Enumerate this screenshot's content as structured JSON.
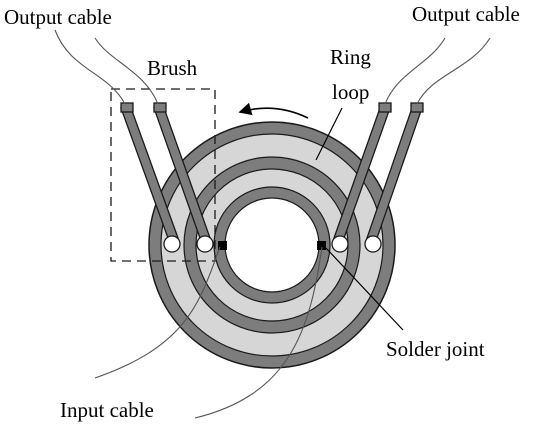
{
  "labels": {
    "output_cable_left": "Output cable",
    "output_cable_right": "Output cable",
    "brush": "Brush",
    "ring_line1": "Ring",
    "ring_line2": "loop",
    "solder_joint": "Solder joint",
    "input_cable": "Input cable"
  },
  "colors": {
    "ring_dark": "#7d7d7d",
    "ring_light": "#d6d6d6",
    "center": "#ffffff",
    "outline": "#1a1a1a",
    "solder": "#000000"
  },
  "rotation_arrow": "counter-clockwise",
  "ring_count": 3
}
